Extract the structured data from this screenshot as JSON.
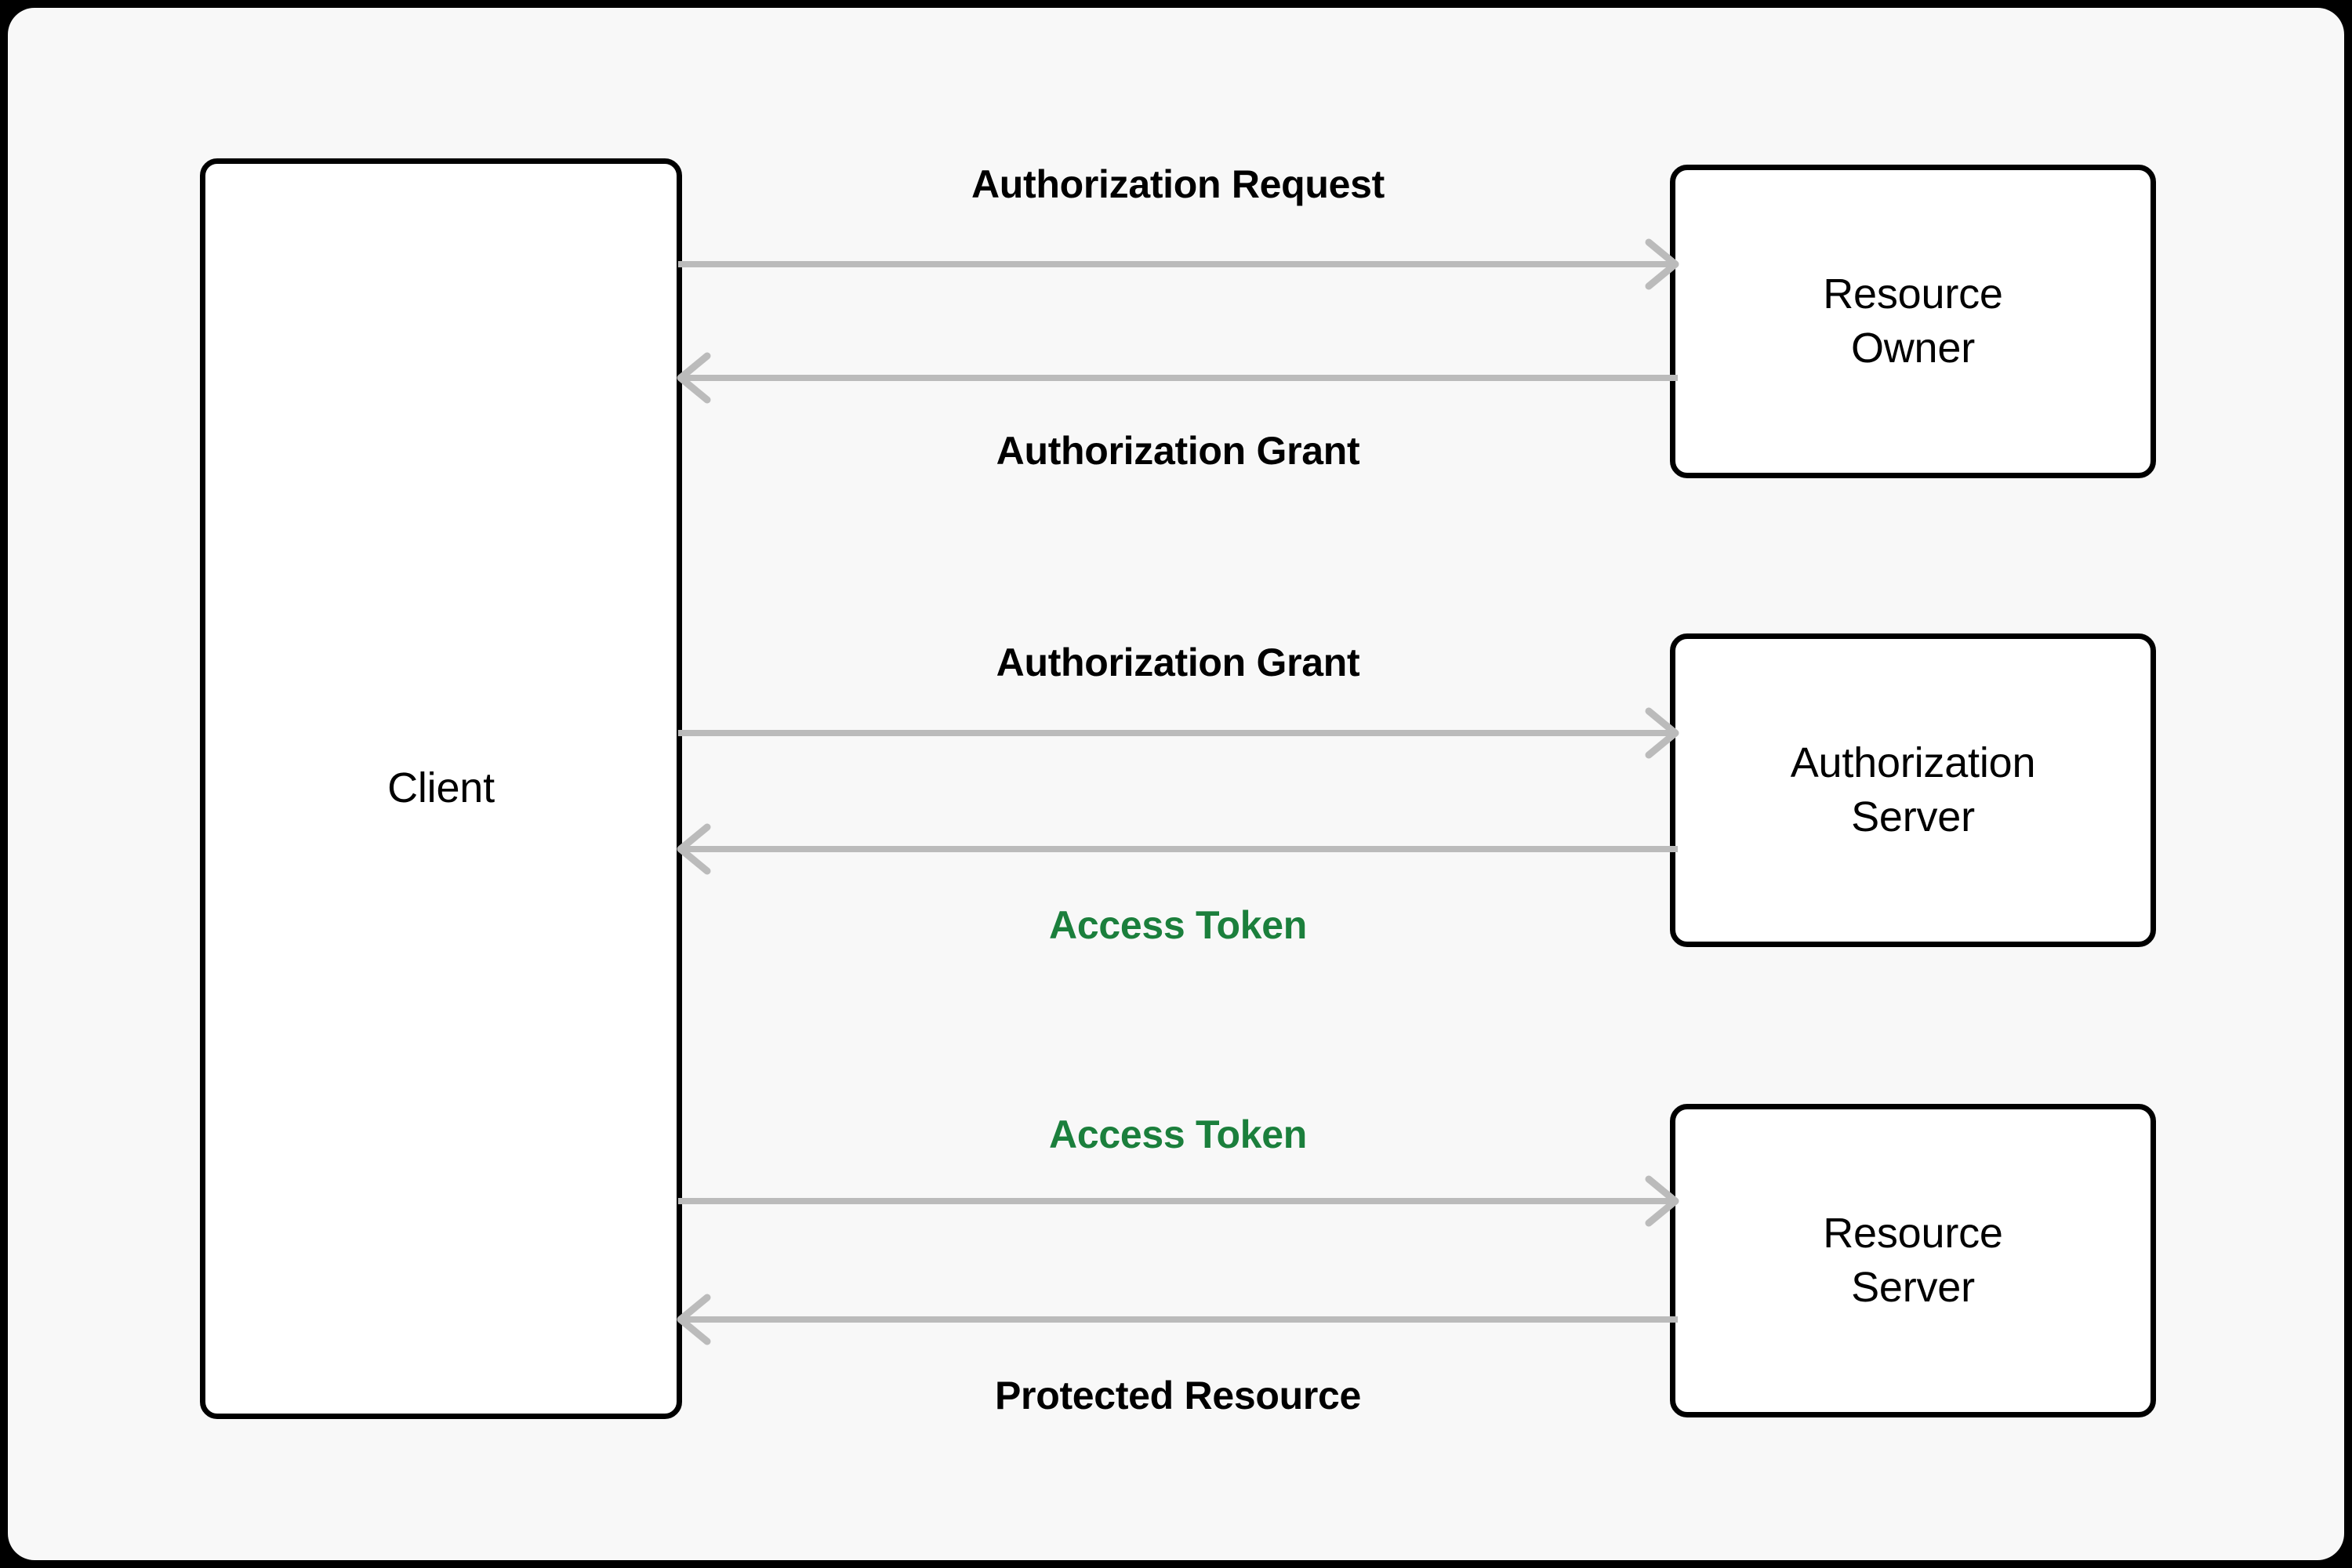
{
  "canvas": {
    "background_color": "#F8F8F8",
    "page_background_color": "#000000"
  },
  "colors": {
    "node_border": "#000000",
    "node_fill": "#FFFFFF",
    "arrow": "#BBBBBB",
    "label_default": "#000000",
    "label_token": "#1B7F3C"
  },
  "diagram": {
    "type": "oauth-abstract-protocol-flow",
    "nodes": [
      {
        "id": "client",
        "label": "Client"
      },
      {
        "id": "resource-owner",
        "label": "Resource\nOwner"
      },
      {
        "id": "authorization-server",
        "label": "Authorization\nServer"
      },
      {
        "id": "resource-server",
        "label": "Resource\nServer"
      }
    ],
    "flows": [
      {
        "id": "flow-1",
        "from": "client",
        "to": "resource-owner",
        "direction": "right",
        "label": "Authorization Request",
        "label_position": "above",
        "label_color": "#000000"
      },
      {
        "id": "flow-2",
        "from": "resource-owner",
        "to": "client",
        "direction": "left",
        "label": "Authorization Grant",
        "label_position": "below",
        "label_color": "#000000"
      },
      {
        "id": "flow-3",
        "from": "client",
        "to": "authorization-server",
        "direction": "right",
        "label": "Authorization Grant",
        "label_position": "above",
        "label_color": "#000000"
      },
      {
        "id": "flow-4",
        "from": "authorization-server",
        "to": "client",
        "direction": "left",
        "label": "Access Token",
        "label_position": "below",
        "label_color": "#1B7F3C"
      },
      {
        "id": "flow-5",
        "from": "client",
        "to": "resource-server",
        "direction": "right",
        "label": "Access Token",
        "label_position": "above",
        "label_color": "#1B7F3C"
      },
      {
        "id": "flow-6",
        "from": "resource-server",
        "to": "client",
        "direction": "left",
        "label": "Protected Resource",
        "label_position": "below",
        "label_color": "#000000"
      }
    ]
  }
}
